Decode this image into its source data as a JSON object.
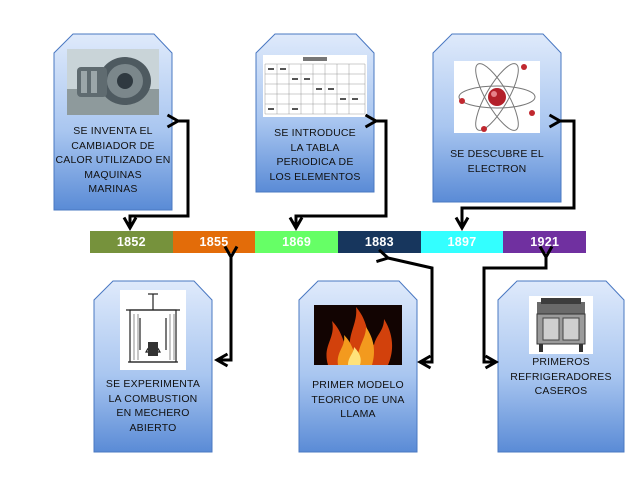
{
  "timeline": [
    {
      "year": "1852",
      "bg": "#76923c",
      "fg": "#ffffff"
    },
    {
      "year": "1855",
      "bg": "#e36c09",
      "fg": "#ffffff"
    },
    {
      "year": "1869",
      "bg": "#66ff66",
      "fg": "#ffffff"
    },
    {
      "year": "1883",
      "bg": "#17365d",
      "fg": "#ffffff"
    },
    {
      "year": "1897",
      "bg": "#33ffff",
      "fg": "#ffffff"
    },
    {
      "year": "1921",
      "bg": "#7030a0",
      "fg": "#ffffff"
    }
  ],
  "cards": {
    "card_1852": {
      "text": "SE INVENTA EL\nCAMBIADOR DE\nCALOR UTILIZADO EN\nMAQUINAS\nMARINAS",
      "icon": "heat-exchanger-photo"
    },
    "card_1869": {
      "text": "SE INTRODUCE\nLA TABLA\nPERIODICA DE\nLOS ELEMENTOS",
      "icon": "periodic-table-image"
    },
    "card_1897": {
      "text": "SE DESCUBRE EL\nELECTRON",
      "icon": "atom-image"
    },
    "card_1855": {
      "text": "SE EXPERIMENTA\nLA COMBUSTION\nEN MECHERO\nABIERTO",
      "icon": "burner-drawing"
    },
    "card_1883": {
      "text": "PRIMER MODELO\nTEORICO DE UNA\nLLAMA",
      "icon": "flame-photo"
    },
    "card_1921": {
      "text": "PRIMEROS\nREFRIGERADORES\nCASEROS",
      "icon": "refrigerator-photo"
    }
  },
  "colors": {
    "card_top": "#dce9fb",
    "card_bottom": "#5b8ed8",
    "card_border": "#4a78c2",
    "connector": "#000000"
  }
}
